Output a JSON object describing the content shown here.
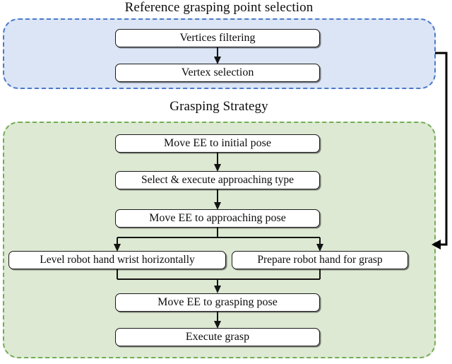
{
  "diagram": {
    "type": "flowchart",
    "sections": [
      {
        "id": "reference",
        "title": "Reference grasping point selection",
        "fill_color": "#dbe5f6",
        "border_color": "#4d79c7",
        "border_style": "dashed",
        "nodes": [
          {
            "id": "vertices-filtering",
            "label": "Vertices filtering"
          },
          {
            "id": "vertex-selection",
            "label": "Vertex selection"
          }
        ]
      },
      {
        "id": "strategy",
        "title": "Grasping Strategy",
        "fill_color": "#dde9d3",
        "border_color": "#74ad53",
        "border_style": "dashed",
        "nodes": [
          {
            "id": "move-initial",
            "label": "Move EE to initial pose"
          },
          {
            "id": "select-approach",
            "label": "Select & execute approaching type"
          },
          {
            "id": "move-approaching",
            "label": "Move EE to approaching pose"
          },
          {
            "id": "level-wrist",
            "label": "Level robot hand wrist horizontally"
          },
          {
            "id": "prepare-hand",
            "label": "Prepare robot hand for grasp"
          },
          {
            "id": "move-grasping",
            "label": "Move EE to grasping pose"
          },
          {
            "id": "execute-grasp",
            "label": "Execute grasp"
          }
        ]
      }
    ],
    "connectors": [
      {
        "id": "arrow-filtering-to-selection",
        "from": "vertices-filtering",
        "to": "vertex-selection",
        "kind": "arrow-down"
      },
      {
        "id": "arrow-initial-to-select",
        "from": "move-initial",
        "to": "select-approach",
        "kind": "arrow-down"
      },
      {
        "id": "arrow-select-to-approaching",
        "from": "select-approach",
        "to": "move-approaching",
        "kind": "arrow-down"
      },
      {
        "id": "split-approaching-to-pair",
        "from": "move-approaching",
        "to": "level-wrist,prepare-hand",
        "kind": "split-down"
      },
      {
        "id": "merge-pair-to-grasping",
        "from": "level-wrist,prepare-hand",
        "to": "move-grasping",
        "kind": "merge-down"
      },
      {
        "id": "arrow-grasping-to-execute",
        "from": "move-grasping",
        "to": "execute-grasp",
        "kind": "arrow-down"
      },
      {
        "id": "feedback-reference-to-strategy",
        "from": "reference",
        "to": "strategy",
        "kind": "feedback-loop-right"
      }
    ],
    "colors": {
      "node_fill": "#ffffff",
      "node_border": "#1a1a1a",
      "connector": "#141414",
      "text": "#0d0d0d",
      "background": "#ffffff"
    }
  }
}
